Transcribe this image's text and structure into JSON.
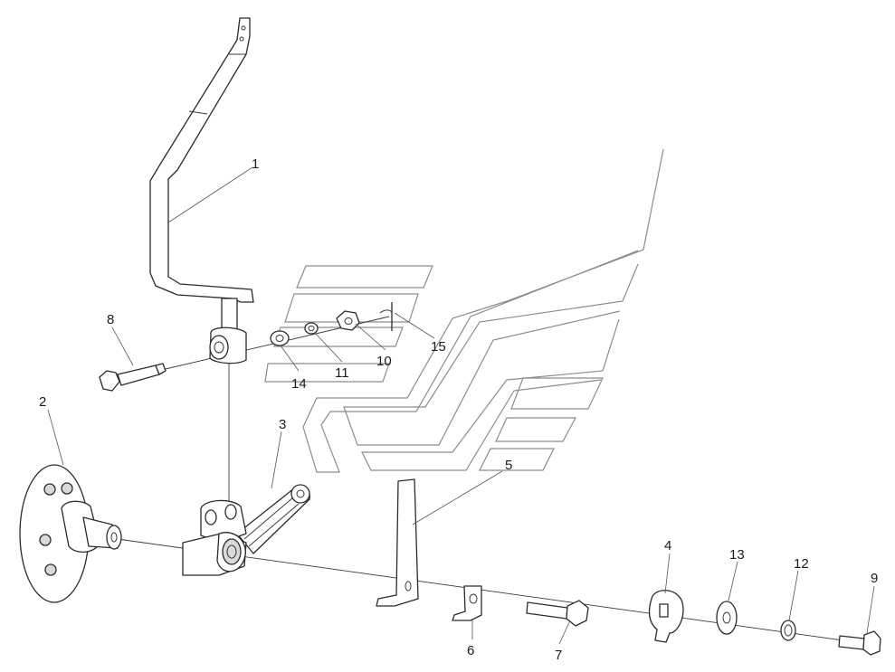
{
  "diagram": {
    "callouts": {
      "c1": "1",
      "c2": "2",
      "c3": "3",
      "c4": "4",
      "c5": "5",
      "c6": "6",
      "c7": "7",
      "c8": "8",
      "c9": "9",
      "c10": "10",
      "c11": "11",
      "c12": "12",
      "c13": "13",
      "c14": "14",
      "c15": "15"
    }
  }
}
